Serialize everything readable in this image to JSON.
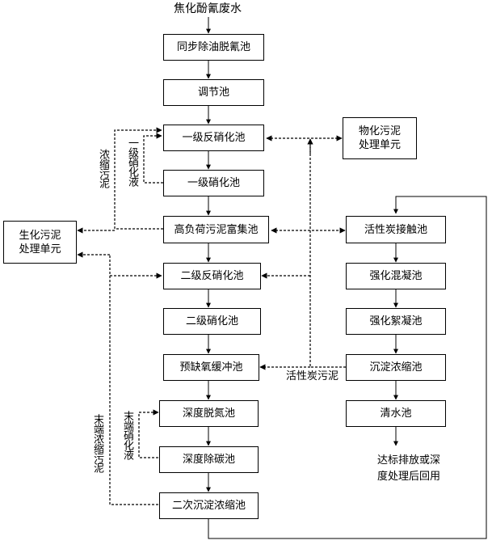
{
  "diagram": {
    "input": "焦化酚氰废水",
    "main_chain": [
      "同步除油脱氰池",
      "调节池",
      "一级反硝化池",
      "一级硝化池",
      "高负荷污泥富集池",
      "二级反硝化池",
      "二级硝化池",
      "预缺氧缓冲池",
      "深度脱氮池",
      "深度除碳池",
      "二次沉淀浓缩池"
    ],
    "right_chain": [
      "活性炭接触池",
      "强化混凝池",
      "强化絮凝池",
      "沉淀浓缩池",
      "清水池"
    ],
    "phys_sludge_unit": "物化污泥\n处理单元",
    "bio_sludge_unit": "生化污泥\n处理单元",
    "output": "达标排放或深\n度处理后回用",
    "labels": {
      "concentrated_sludge": "浓缩污泥",
      "primary_nitrified_liquid": "一级硝化液",
      "activated_carbon_sludge": "活性炭污泥",
      "end_concentrated_sludge": "末端浓缩污泥",
      "end_nitrified_liquid": "末端硝化液"
    }
  }
}
